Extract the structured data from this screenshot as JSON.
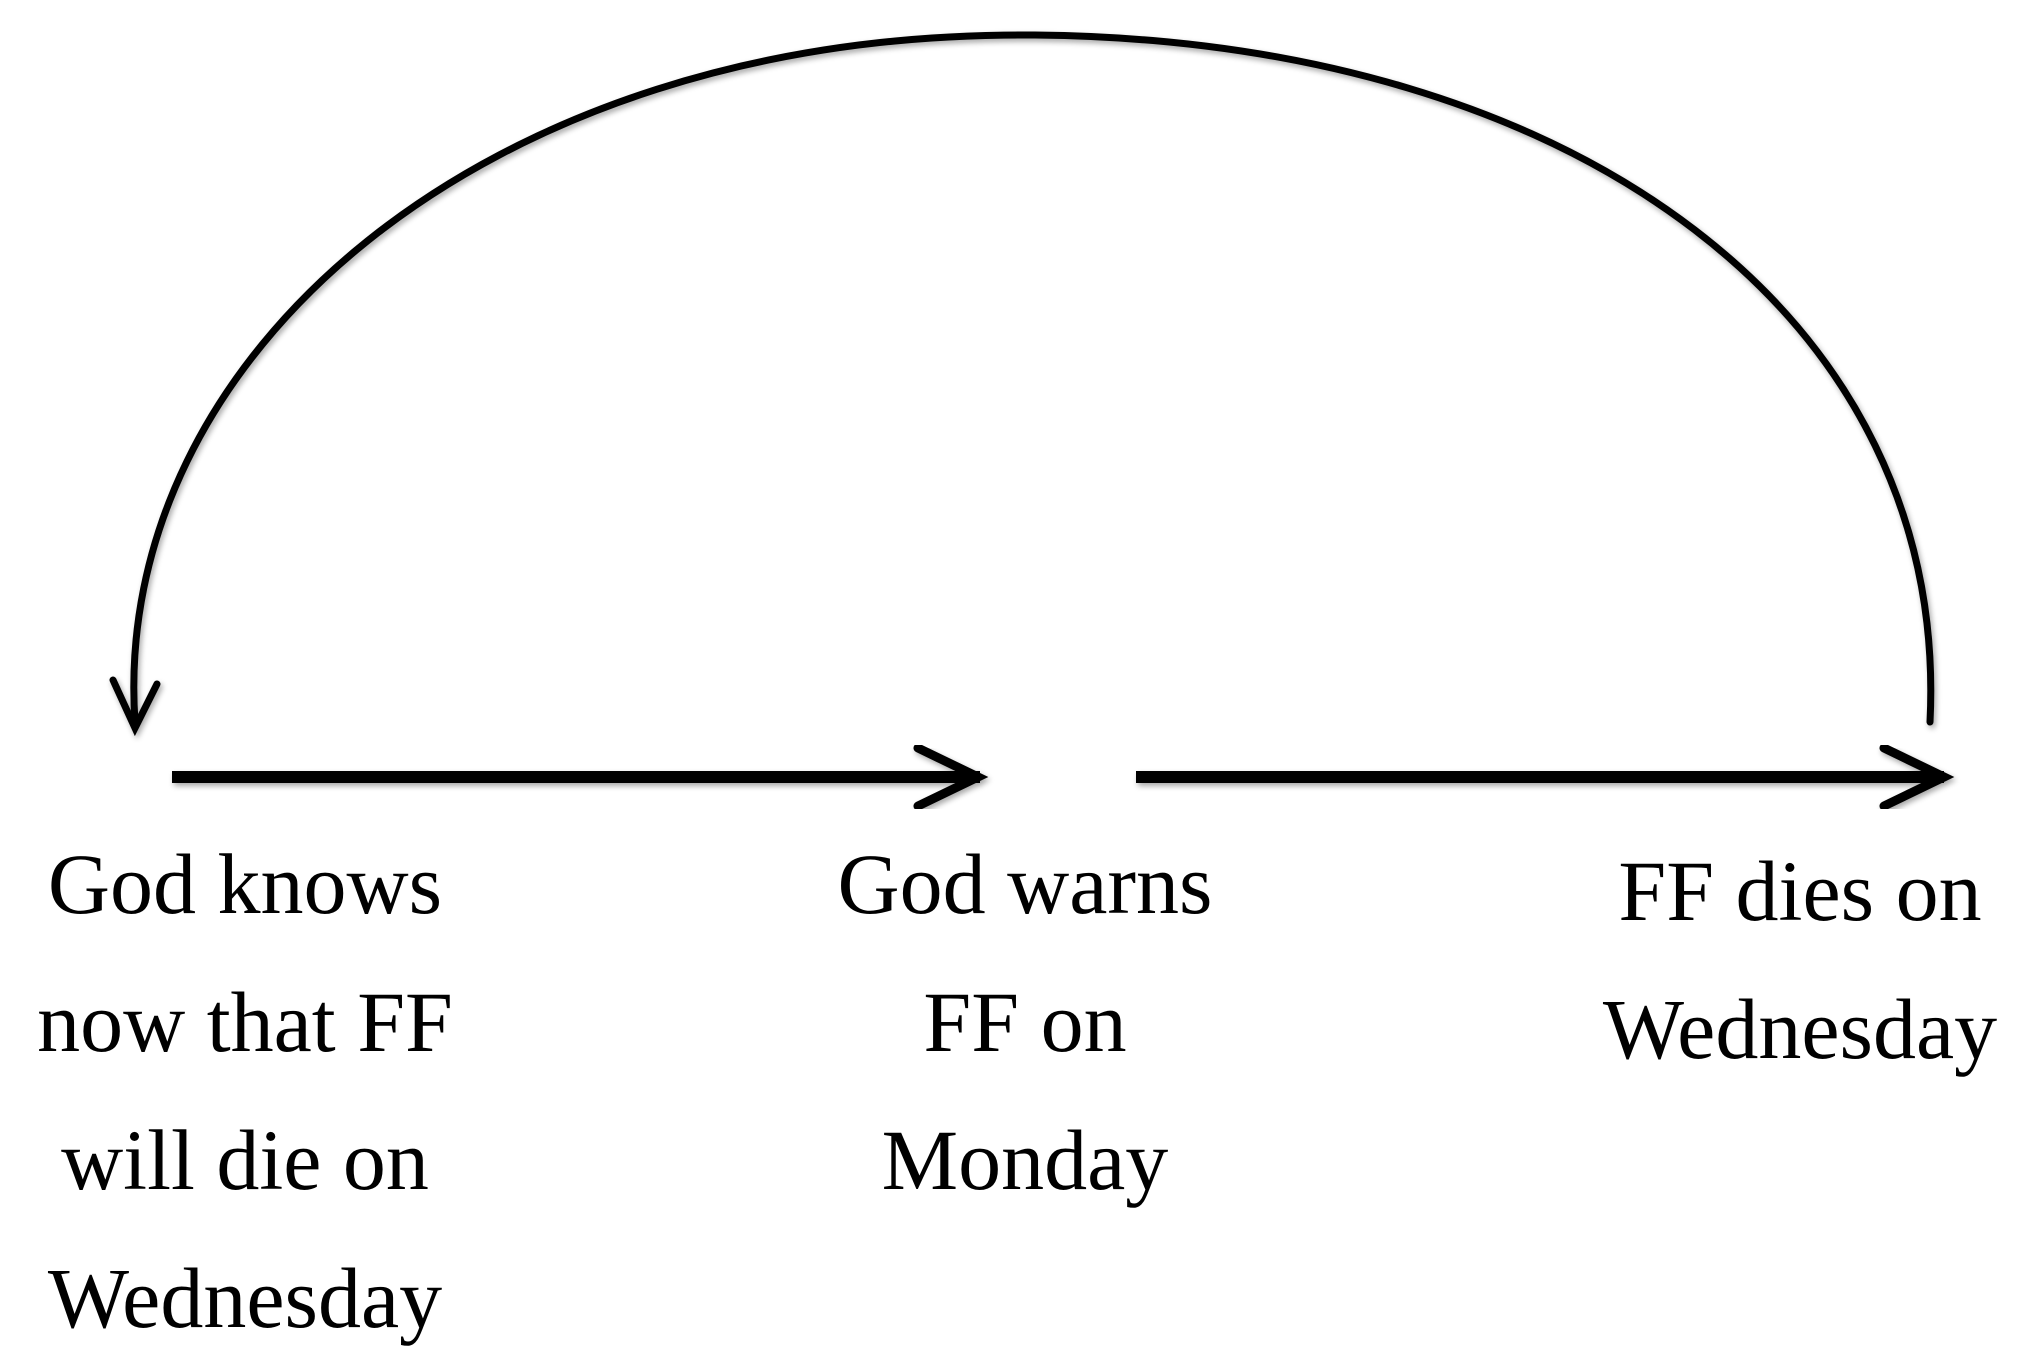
{
  "nodes": [
    {
      "id": "god-knows",
      "lines": [
        "God knows",
        "now that FF",
        "will die on",
        "Wednesday"
      ]
    },
    {
      "id": "god-warns",
      "lines": [
        "God warns",
        "FF on",
        "Monday"
      ]
    },
    {
      "id": "ff-dies",
      "lines": [
        "FF dies on",
        "Wednesday"
      ]
    }
  ],
  "edges": [
    {
      "from": "god-knows",
      "to": "god-warns",
      "style": "straight-arrow"
    },
    {
      "from": "god-warns",
      "to": "ff-dies",
      "style": "straight-arrow"
    },
    {
      "from": "ff-dies",
      "to": "god-knows",
      "style": "arc-arrow"
    }
  ],
  "colors": {
    "stroke": "#000000",
    "background": "#ffffff"
  }
}
